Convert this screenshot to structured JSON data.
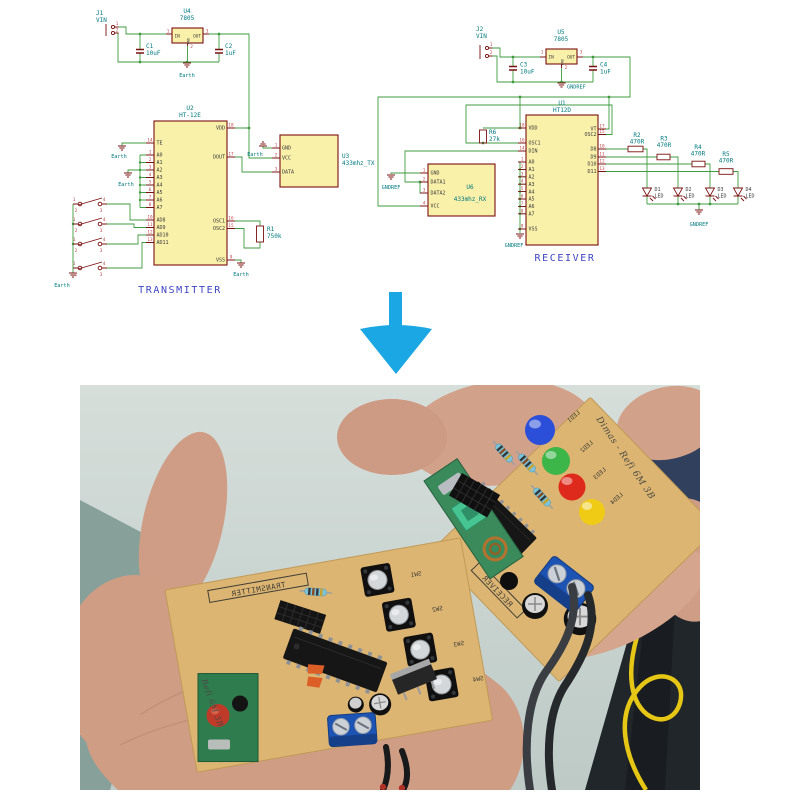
{
  "schematic": {
    "colors": {
      "wire": "#3f9b3f",
      "component": "#7a1010",
      "fill": "#f9f0aa",
      "field": "#00797f",
      "pin_number": "#c04545",
      "caption": "#3f45c2"
    },
    "tx": {
      "caption": "TRANSMITTER",
      "j1": {
        "r": "J1",
        "v": "VIN",
        "n1": "1",
        "n2": "2"
      },
      "u4": {
        "r": "U4",
        "v": "7805",
        "in": "IN",
        "out": "OUT",
        "gnd": "GND",
        "n_in": "1",
        "n_out": "3",
        "n_gnd": "2"
      },
      "c1": {
        "r": "C1",
        "v": "10uF"
      },
      "c2": {
        "r": "C2",
        "v": "1uF"
      },
      "u2": {
        "r": "U2",
        "v": "HT-12E",
        "lp": [
          {
            "n": "14",
            "t": "TE"
          },
          {
            "n": "1",
            "t": "A0"
          },
          {
            "n": "2",
            "t": "A1"
          },
          {
            "n": "3",
            "t": "A2"
          },
          {
            "n": "4",
            "t": "A3"
          },
          {
            "n": "5",
            "t": "A4"
          },
          {
            "n": "6",
            "t": "A5"
          },
          {
            "n": "7",
            "t": "A6"
          },
          {
            "n": "8",
            "t": "A7"
          },
          {
            "n": "10",
            "t": "AD8"
          },
          {
            "n": "11",
            "t": "AD9"
          },
          {
            "n": "12",
            "t": "AD10"
          },
          {
            "n": "13",
            "t": "AD11"
          }
        ],
        "rp": [
          {
            "n": "18",
            "t": "VDD"
          },
          {
            "n": "17",
            "t": "DOUT"
          },
          {
            "n": "16",
            "t": "OSC1"
          },
          {
            "n": "15",
            "t": "OSC2"
          },
          {
            "n": "9",
            "t": "VSS"
          }
        ]
      },
      "u3": {
        "r": "U3",
        "v": "433mhz_TX",
        "p": [
          {
            "n": "1",
            "t": "GND"
          },
          {
            "n": "2",
            "t": "VCC"
          },
          {
            "n": "3",
            "t": "DATA"
          }
        ]
      },
      "r1": {
        "r": "R1",
        "v": "750k"
      },
      "sw": {
        "n1": "1",
        "n2": "2",
        "n3": "3",
        "n4": "4"
      },
      "earth": "Earth"
    },
    "rx": {
      "caption": "RECEIVER",
      "j2": {
        "r": "J2",
        "v": "VIN",
        "n1": "1",
        "n2": "2"
      },
      "u5": {
        "r": "U5",
        "v": "7805",
        "in": "IN",
        "out": "OUT",
        "gnd": "GND",
        "n_in": "1",
        "n_out": "3",
        "n_gnd": "2"
      },
      "c3": {
        "r": "C3",
        "v": "10uF"
      },
      "c4": {
        "r": "C4",
        "v": "1uF"
      },
      "u1": {
        "r": "U1",
        "v": "HT12D",
        "lp": [
          {
            "n": "18",
            "t": "VDD"
          },
          {
            "n": "16",
            "t": "OSC1"
          },
          {
            "n": "14",
            "t": "DIN"
          },
          {
            "n": "1",
            "t": "A0"
          },
          {
            "n": "2",
            "t": "A1"
          },
          {
            "n": "3",
            "t": "A2"
          },
          {
            "n": "4",
            "t": "A3"
          },
          {
            "n": "5",
            "t": "A4"
          },
          {
            "n": "6",
            "t": "A5"
          },
          {
            "n": "7",
            "t": "A6"
          },
          {
            "n": "8",
            "t": "A7"
          },
          {
            "n": "9",
            "t": "VSS"
          }
        ],
        "rp": [
          {
            "n": "17",
            "t": "VT"
          },
          {
            "n": "15",
            "t": "OSC2"
          },
          {
            "n": "10",
            "t": "D8"
          },
          {
            "n": "11",
            "t": "D9"
          },
          {
            "n": "12",
            "t": "D10"
          },
          {
            "n": "13",
            "t": "D11"
          }
        ]
      },
      "u6": {
        "r": "U6",
        "v": "433mhz_RX",
        "p": [
          {
            "n": "1",
            "t": "GND"
          },
          {
            "n": "2",
            "t": "DATA1"
          },
          {
            "n": "3",
            "t": "DATA2"
          },
          {
            "n": "4",
            "t": "VCC"
          }
        ]
      },
      "r6": {
        "r": "R6",
        "v": "27k"
      },
      "rs": [
        {
          "r": "R2",
          "v": "470R"
        },
        {
          "r": "R3",
          "v": "470R"
        },
        {
          "r": "R4",
          "v": "470R"
        },
        {
          "r": "R5",
          "v": "470R"
        }
      ],
      "leds": [
        {
          "r": "D1",
          "v": "LED"
        },
        {
          "r": "D2",
          "v": "LED"
        },
        {
          "r": "D3",
          "v": "LED"
        },
        {
          "r": "D4",
          "v": "LED"
        }
      ],
      "gnd": "GNDREF"
    }
  },
  "arrow": {
    "color": "#1aa7e3"
  },
  "photo": {
    "wall": "#cfd8d4",
    "floor": "#87a09a",
    "board": "#ddb572",
    "tx_silk": "TRANSMITTER",
    "rx_silk": "RECEIVER",
    "rx_marker": "Dimas - Refi 6M 3B",
    "tx_marker": "Refi 6M 3B",
    "led_silk": [
      "LED1",
      "LED2",
      "LED3",
      "LED4"
    ],
    "sw_silk": [
      "SW1",
      "SW2",
      "SW3",
      "SW4"
    ],
    "led_colors": [
      "#2b4fd8",
      "#3cb549",
      "#de2a1d",
      "#efcb16"
    ]
  }
}
